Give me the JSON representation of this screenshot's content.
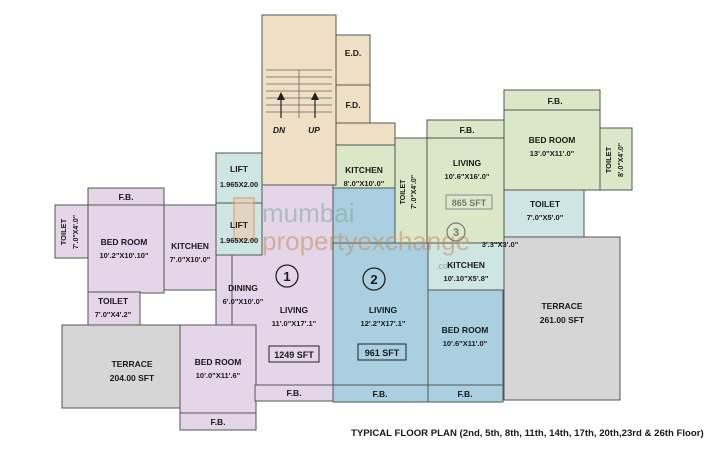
{
  "caption": "TYPICAL FLOOR PLAN (2nd, 5th, 8th, 11th, 14th, 17th, 20th,23rd & 26th Floor)",
  "colors": {
    "unit1": "#e4d6e8",
    "unit2": "#a9cfe0",
    "unit3": "#dbe8c8",
    "core": "#efdfc4",
    "lift": "#cde6e4",
    "terrace": "#d6d6d6",
    "circle_stroke": "#222222"
  },
  "watermark": {
    "line1": "mumbai",
    "line2": "propertyexchange",
    "suffix": ".com"
  },
  "core": {
    "ed": "E.D.",
    "fd": "F.D.",
    "dn": "DN",
    "up": "UP",
    "lift_label": "LIFT",
    "lift1_size": "1.965X2.00",
    "lift2_size": "1.965X2.00"
  },
  "unit1": {
    "number": "1",
    "area": "1249 SFT",
    "fb_left": "F.B.",
    "toilet_top_name": "TOILET",
    "toilet_top_size": "7'.0\"X4'.0\"",
    "bed1_name": "BED ROOM",
    "bed1_size": "10'.2\"X10'.10\"",
    "kitchen_name": "KITCHEN",
    "kitchen_size": "7'.0\"X10'.0\"",
    "toilet2_name": "TOILET",
    "toilet2_size": "7'.0\"X4'.2\"",
    "dining_name": "DINING",
    "dining_size": "6'.0\"X10'.0\"",
    "living_name": "LIVING",
    "living_size": "11'.0\"X17'.1\"",
    "terrace_name": "TERRACE",
    "terrace_size": "204.00 SFT",
    "bed2_name": "BED ROOM",
    "bed2_size": "10'.0\"X11'.6\"",
    "fb_living": "F.B.",
    "fb_bed": "F.B."
  },
  "unit2": {
    "number": "2",
    "area": "961 SFT",
    "kitchen_name": "KITCHEN",
    "kitchen_size": "8'.0\"X10'.0\"",
    "living_name": "LIVING",
    "living_size": "12'.2\"X17'.1\"",
    "bed_name": "BED ROOM",
    "bed_size": "10'.6\"X11'.0\"",
    "fb_living": "F.B.",
    "fb_bed": "F.B."
  },
  "unit3": {
    "number": "3",
    "area": "865 SFT",
    "toilet_small_name": "TOILET",
    "toilet_small_size": "7'.0\"X4'.0\"",
    "fb_living": "F.B.",
    "living_name": "LIVING",
    "living_size": "10'.6\"X16'.0\"",
    "fb_bed": "F.B.",
    "bed_name": "BED ROOM",
    "bed_size": "13'.0\"X11'.0\"",
    "toilet_right_name": "TOILET",
    "toilet_right_size": "8'.0\"X4'.0\"",
    "toilet3_name": "TOILET",
    "toilet3_size": "7'.0\"X5'.0\"",
    "utility_size": "3'.3\"X3'.0\"",
    "kitchen_name": "KITCHEN",
    "kitchen_size": "10'.10\"X5'.8\"",
    "terrace_name": "TERRACE",
    "terrace_size": "261.00 SFT"
  }
}
